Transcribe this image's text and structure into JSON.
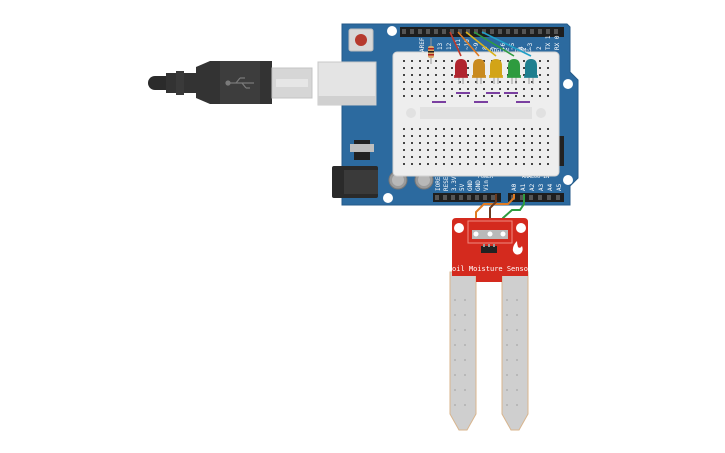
{
  "sensor": {
    "label": "Soil Moisture Sensor"
  },
  "arduino": {
    "top_header_labels": [
      "13",
      "12",
      "~11",
      "~10",
      "~9",
      "8",
      "7",
      "~6",
      "~5",
      "4",
      "~3",
      "2",
      "TX 1",
      "RX 0"
    ],
    "power_labels": [
      "IOREF",
      "RESET",
      "3.3V",
      "5V",
      "GND",
      "GND",
      "Vin"
    ],
    "analog_labels": [
      "A0",
      "A1",
      "A2",
      "A3",
      "A4",
      "A5"
    ],
    "aref_label": "AREF",
    "digital_label": "DIGITAL (PWM~)",
    "power_section_label": "POWER",
    "analog_section_label": "ANALOG IN"
  },
  "leds": [
    {
      "color": "#b0242e"
    },
    {
      "color": "#c98a1f"
    },
    {
      "color": "#d2a417"
    },
    {
      "color": "#2e9b3f"
    },
    {
      "color": "#1f7f8f"
    }
  ],
  "wire_colors": [
    "#c0392b",
    "#e07b22",
    "#d9b21a",
    "#2e9b3f",
    "#1f9fc7"
  ]
}
